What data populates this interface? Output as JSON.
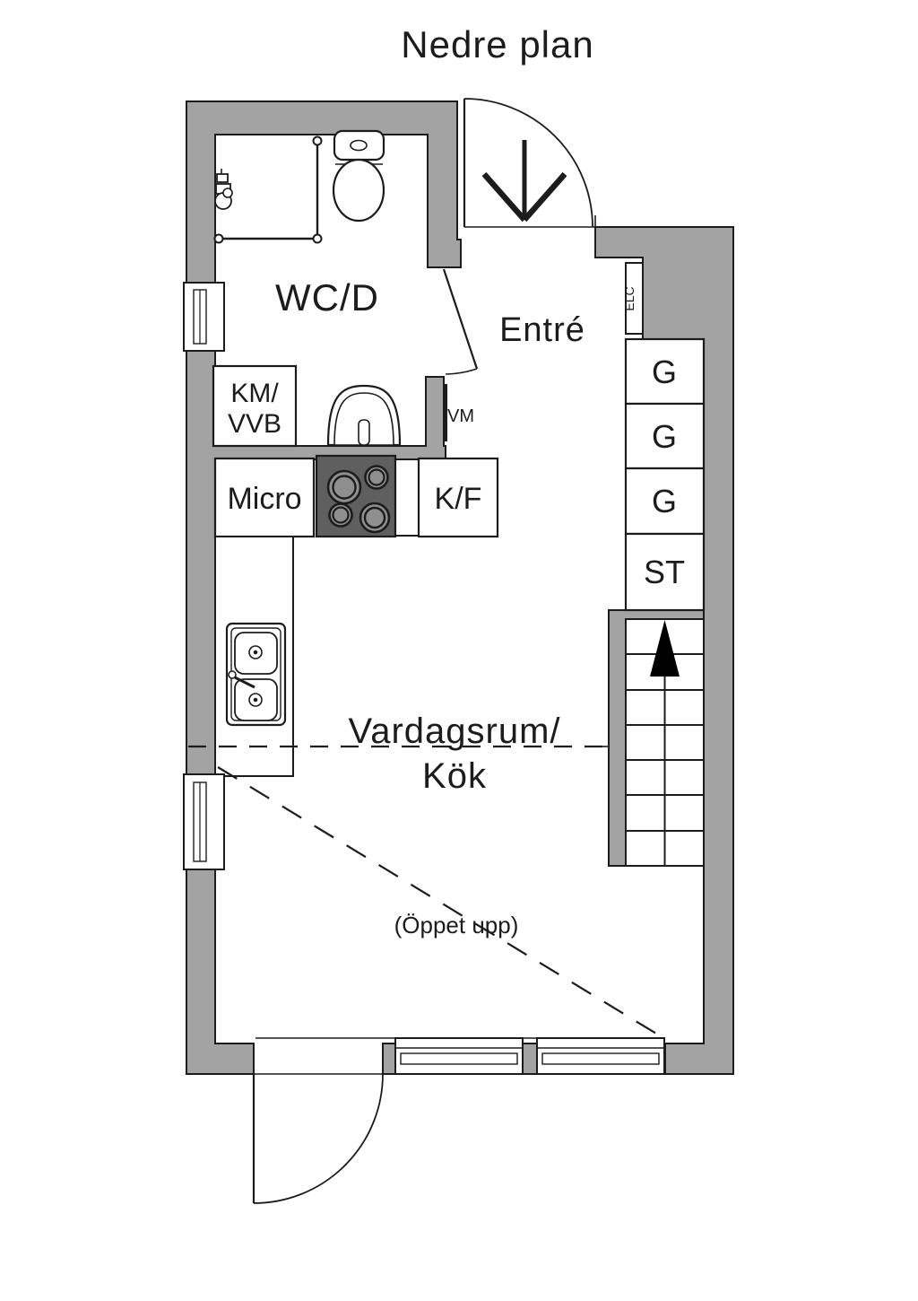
{
  "title": "Nedre plan",
  "rooms": {
    "wc": "WC/D",
    "entry": "Entré",
    "living1": "Vardagsrum/",
    "living2": "Kök",
    "open_above": "(Öppet upp)"
  },
  "labels": {
    "km1": "KM/",
    "km2": "VVB",
    "micro": "Micro",
    "kf": "K/F",
    "vm": "VM",
    "elc": "ELC"
  },
  "closets": [
    {
      "label": "G"
    },
    {
      "label": "G"
    },
    {
      "label": "G"
    },
    {
      "label": "ST"
    }
  ],
  "colors": {
    "wall": "#a3a3a3",
    "line": "#1c1c1c",
    "stove": "#5f5f5f",
    "burner": "#8f8f8f"
  }
}
